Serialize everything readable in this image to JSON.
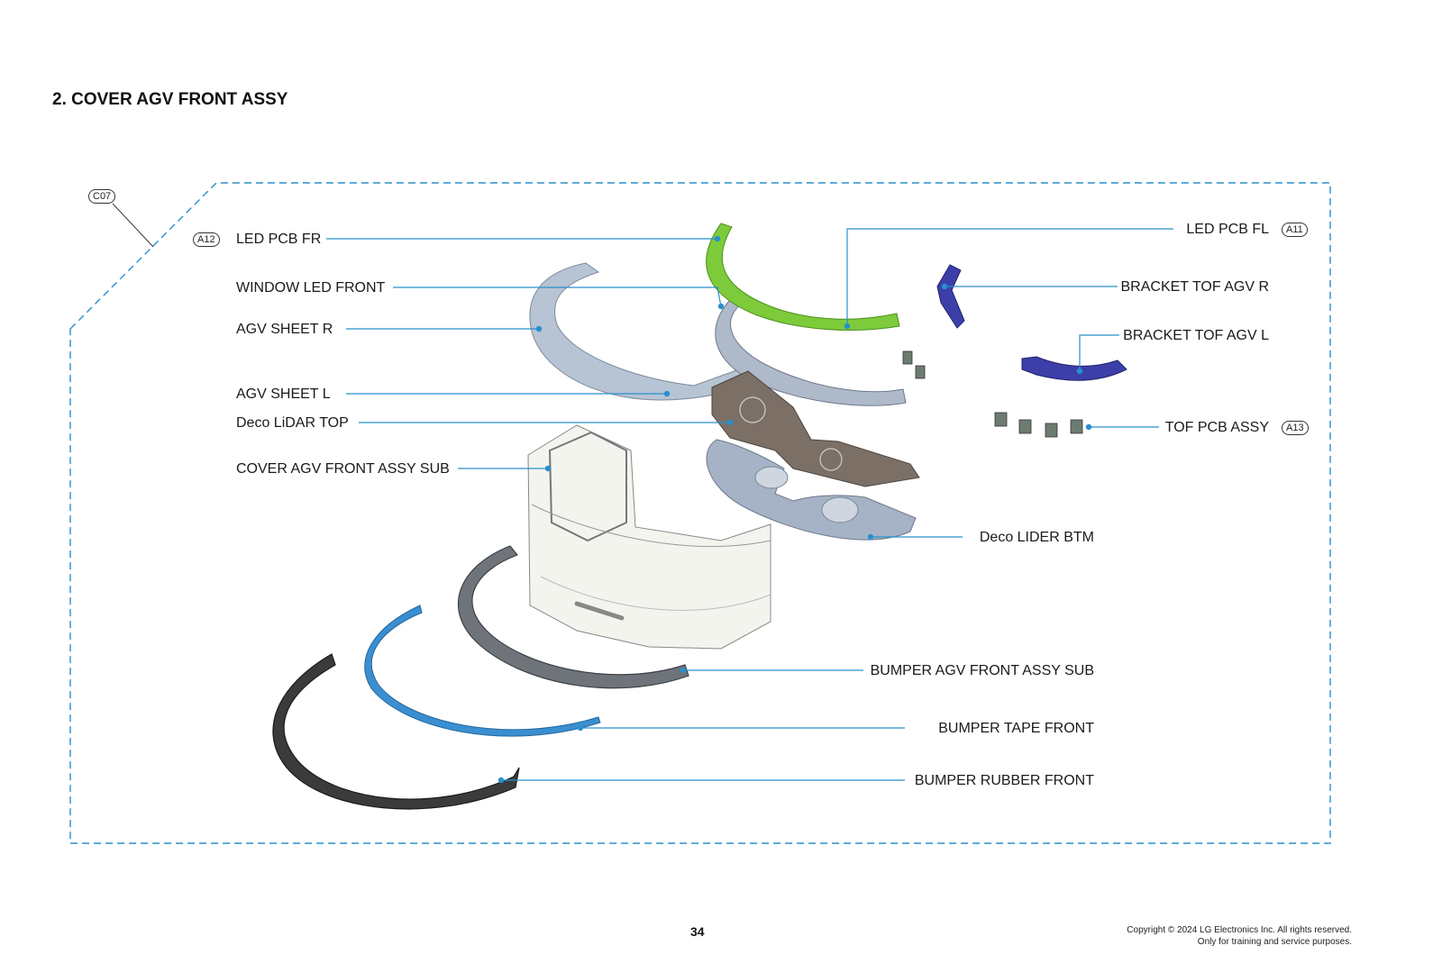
{
  "heading": "2. COVER AGV FRONT ASSY",
  "group_code": "C07",
  "colors": {
    "leader": "#2a8fcc",
    "frame": "#2a8fcc",
    "pcb_green": "#7dcb3b",
    "bracket_blue": "#3c3fa8",
    "tape_blue": "#3b8fd0",
    "sheet_gray": "#aebccd",
    "dark_rubber": "#3b3b3b",
    "deco_brown": "#7a6e66"
  },
  "parts": [
    {
      "name": "LED PCB FR",
      "code": "A12"
    },
    {
      "name": "WINDOW LED FRONT",
      "code": ""
    },
    {
      "name": "AGV SHEET R",
      "code": ""
    },
    {
      "name": "AGV SHEET L",
      "code": ""
    },
    {
      "name": "Deco LiDAR TOP",
      "code": ""
    },
    {
      "name": "COVER AGV FRONT ASSY SUB",
      "code": ""
    },
    {
      "name": "LED PCB FL",
      "code": "A11"
    },
    {
      "name": "BRACKET TOF AGV R",
      "code": ""
    },
    {
      "name": "BRACKET TOF AGV L",
      "code": ""
    },
    {
      "name": "TOF PCB ASSY",
      "code": "A13"
    },
    {
      "name": "Deco LIDER BTM",
      "code": ""
    },
    {
      "name": "BUMPER AGV FRONT ASSY SUB",
      "code": ""
    },
    {
      "name": "BUMPER TAPE FRONT",
      "code": ""
    },
    {
      "name": "BUMPER RUBBER FRONT",
      "code": ""
    }
  ],
  "footer": {
    "page_number": "34",
    "copyright_line1": "Copyright © 2024 LG Electronics Inc. All rights reserved.",
    "copyright_line2": "Only for training and service purposes."
  }
}
